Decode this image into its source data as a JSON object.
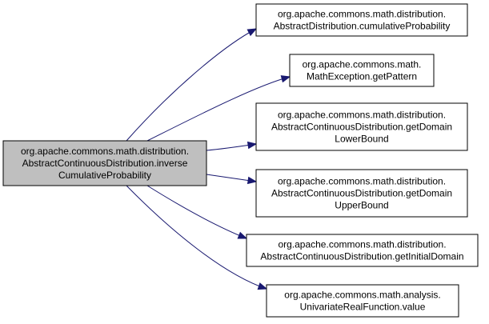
{
  "colors": {
    "root_fill": "#bfbfbf",
    "node_fill": "#ffffff",
    "border": "#000000",
    "edge": "#191970"
  },
  "root": {
    "lines": [
      "org.apache.commons.math.distribution.",
      "AbstractContinuousDistribution.inverse",
      "CumulativeProbability"
    ]
  },
  "callees": [
    {
      "id": "cumulative-probability",
      "lines": [
        "org.apache.commons.math.distribution.",
        "AbstractDistribution.cumulativeProbability"
      ]
    },
    {
      "id": "get-pattern",
      "lines": [
        "org.apache.commons.math.",
        "MathException.getPattern"
      ]
    },
    {
      "id": "get-domain-lower-bound",
      "lines": [
        "org.apache.commons.math.distribution.",
        "AbstractContinuousDistribution.getDomain",
        "LowerBound"
      ]
    },
    {
      "id": "get-domain-upper-bound",
      "lines": [
        "org.apache.commons.math.distribution.",
        "AbstractContinuousDistribution.getDomain",
        "UpperBound"
      ]
    },
    {
      "id": "get-initial-domain",
      "lines": [
        "org.apache.commons.math.distribution.",
        "AbstractContinuousDistribution.getInitialDomain"
      ]
    },
    {
      "id": "value",
      "lines": [
        "org.apache.commons.math.analysis.",
        "UnivariateRealFunction.value"
      ]
    }
  ]
}
